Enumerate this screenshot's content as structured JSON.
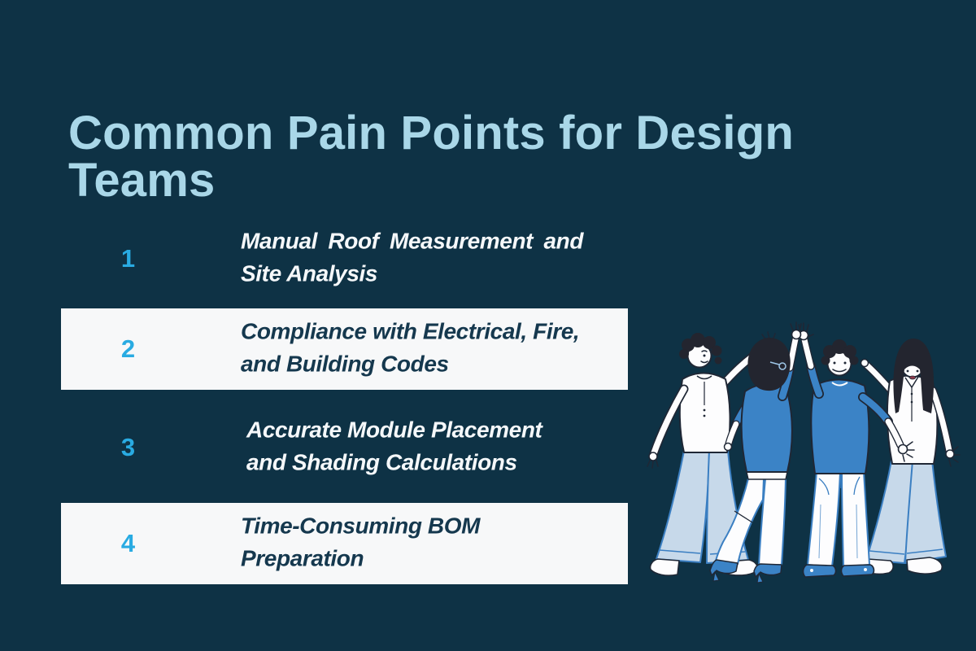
{
  "slide": {
    "title": "Common Pain Points for Design Teams",
    "background_color": "#0e3245",
    "title_color": "#a9d7e8",
    "accent_color": "#29abe2",
    "band_color": "#f7f8f9",
    "dark_text_color": "#15384e",
    "light_text_color": "#f5f8fa"
  },
  "pain_points": [
    {
      "number": "1",
      "line1": "Manual Roof Measurement and",
      "line2": "Site Analysis",
      "highlighted": false
    },
    {
      "number": "2",
      "line1": "Compliance with Electrical, Fire,",
      "line2": "and Building Codes",
      "highlighted": true
    },
    {
      "number": "3",
      "line1": "Accurate Module Placement",
      "line2": "and Shading Calculations",
      "highlighted": false
    },
    {
      "number": "4",
      "line1": "Time-Consuming BOM",
      "line2": "Preparation",
      "highlighted": true
    }
  ],
  "illustration": {
    "name": "team-high-five",
    "colors": {
      "shirt_blue": "#3b83c6",
      "pants_light": "#c7d9ea",
      "hair": "#23252f",
      "skin_white": "#fdfdfe",
      "outline": "#1f2735",
      "pants_outline": "#3b7fc2"
    }
  }
}
